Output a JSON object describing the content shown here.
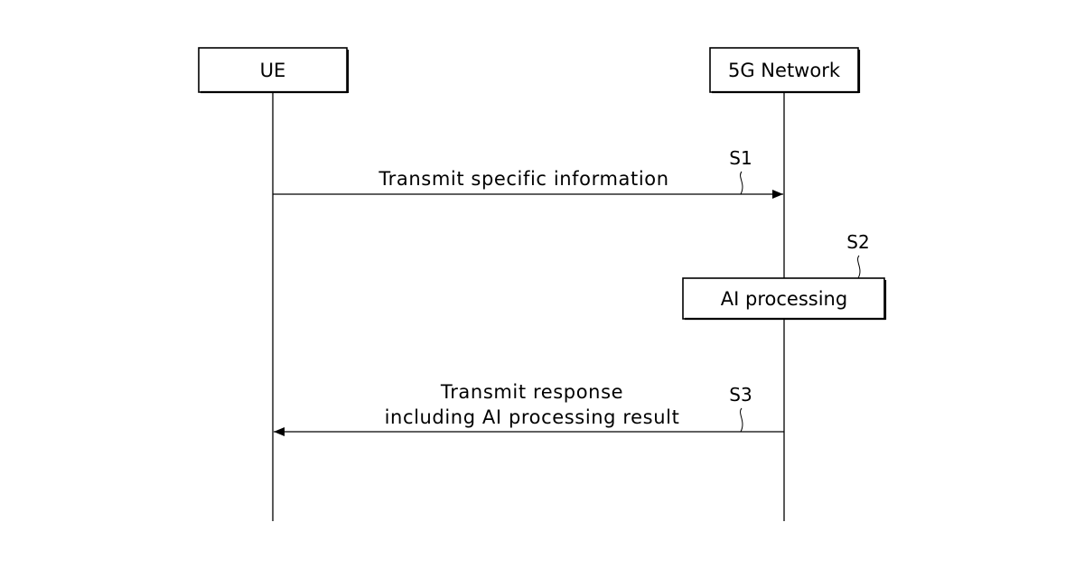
{
  "participants": {
    "ue": "UE",
    "network": "5G Network"
  },
  "steps": {
    "s1": {
      "id": "S1",
      "label": "Transmit specific information"
    },
    "s2": {
      "id": "S2",
      "label": "AI processing"
    },
    "s3": {
      "id": "S3",
      "label_line1": "Transmit response",
      "label_line2": "including AI processing result"
    }
  }
}
